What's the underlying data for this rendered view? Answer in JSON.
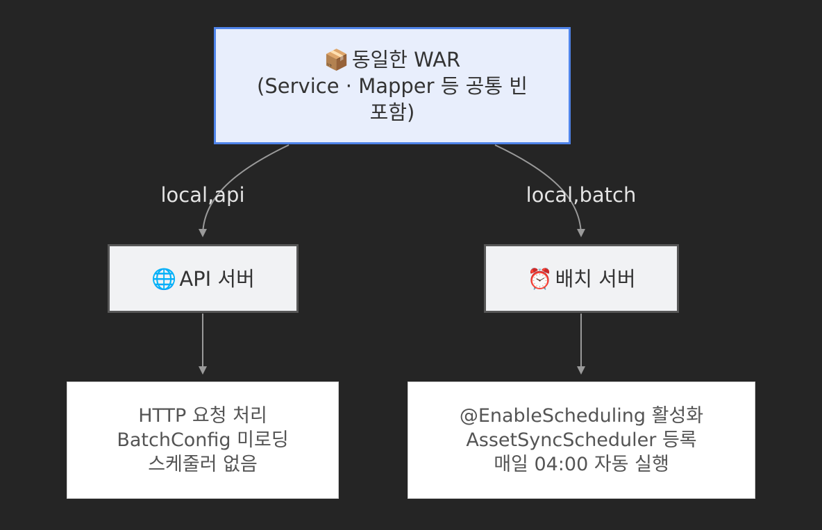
{
  "diagram": {
    "root": {
      "icon": "package-icon",
      "icon_glyph": "📦",
      "lines": [
        "동일한 WAR",
        "(Service · Mapper 등 공통 빈",
        "포함)"
      ]
    },
    "edges": {
      "api_label": "local,api",
      "batch_label": "local,batch"
    },
    "api_server": {
      "icon": "globe-icon",
      "icon_glyph": "🌐",
      "label": "API 서버"
    },
    "batch_server": {
      "icon": "alarm-clock-icon",
      "icon_glyph": "⏰",
      "label": "배치 서버"
    },
    "api_note": {
      "lines": [
        "HTTP 요청 처리",
        "BatchConfig 미로딩",
        "스케줄러 없음"
      ]
    },
    "batch_note": {
      "lines": [
        "@EnableScheduling 활성화",
        "AssetSyncScheduler 등록",
        "매일 04:00 자동 실행"
      ]
    },
    "colors": {
      "background": "#252525",
      "edge": "#9a9a9a",
      "root_fill": "#e8eefc",
      "root_border": "#4f84ea",
      "server_fill": "#f1f2f4",
      "server_border": "#575757",
      "note_fill": "#ffffff"
    }
  }
}
